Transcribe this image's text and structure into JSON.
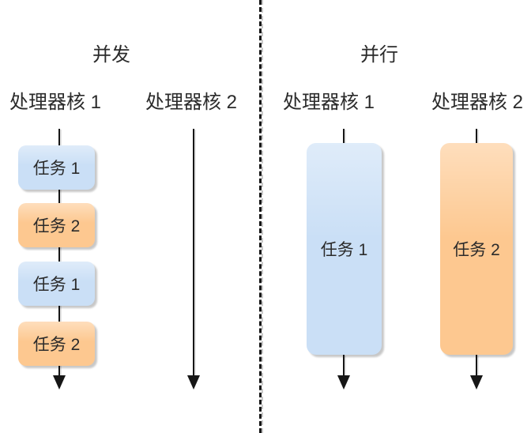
{
  "colors": {
    "task1-fill": "#cadff6",
    "task2-fill": "#fdc890",
    "stroke": "#161616",
    "text": "#2b2b2b"
  },
  "left": {
    "title": "并发",
    "core1_label": "处理器核 1",
    "core2_label": "处理器核 2",
    "tasks": [
      "任务 1",
      "任务 2",
      "任务 1",
      "任务 2"
    ]
  },
  "right": {
    "title": "并行",
    "core1_label": "处理器核 1",
    "core2_label": "处理器核 2",
    "task1": "任务 1",
    "task2": "任务 2"
  }
}
